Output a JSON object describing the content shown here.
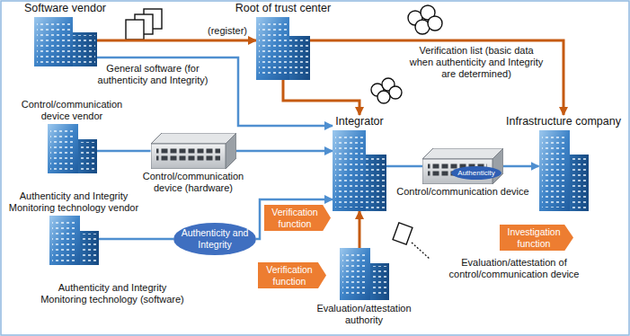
{
  "diagram": {
    "nodes": [
      {
        "text": [
          "Software vendor"
        ]
      },
      {
        "text": [
          "Control/communication device vendor"
        ]
      },
      {
        "text": [
          "Authenticity and Integrity Monitoring technology vendor"
        ]
      },
      {
        "text": [
          "Root of trust center"
        ]
      },
      {
        "text": [
          "Integrator"
        ]
      },
      {
        "text": [
          "Infrastructure company"
        ]
      },
      {
        "text": [
          "Evaluation/attestation authority"
        ]
      },
      {
        "text": [
          "Control/communication device (hardware)"
        ]
      },
      {
        "text": [
          "Authenticity and Integrity"
        ]
      },
      {
        "text": [
          "Control/communication device"
        ]
      },
      {
        "text": [
          "Authenticity"
        ],
        "in": 9
      },
      {
        "text": [
          "Verification function"
        ]
      },
      {
        "text": [
          "Verification function"
        ]
      },
      {
        "text": [
          "Investigation function"
        ]
      }
    ],
    "edges": [
      {
        "from": 0,
        "to": 3,
        "arrow": "to"
      },
      {
        "from": 3,
        "to": 5,
        "arrow": "to"
      },
      {
        "from": 3,
        "to": 4,
        "arrow": "to"
      },
      {
        "from": 0,
        "to": 4,
        "arrow": "to"
      },
      {
        "from": 1,
        "to": 7,
        "arrow": "none"
      },
      {
        "from": 7,
        "to": 4,
        "arrow": "to"
      },
      {
        "from": 2,
        "to": 8,
        "arrow": "none"
      },
      {
        "from": 8,
        "to": 4,
        "arrow": "to"
      },
      {
        "from": 4,
        "to": 9,
        "arrow": "none"
      },
      {
        "from": 9,
        "to": 5,
        "arrow": "to"
      },
      {
        "from": 6,
        "to": 4,
        "arrow": "to"
      }
    ],
    "labels": [
      "(register)",
      "General software (for authenticity and Integrity)",
      "Verification list (basic data when authenticity and Integrity are determined)",
      "Authenticity and Integrity Monitoring technology (software)",
      "Evaluation/attestation of control/communication device"
    ]
  }
}
